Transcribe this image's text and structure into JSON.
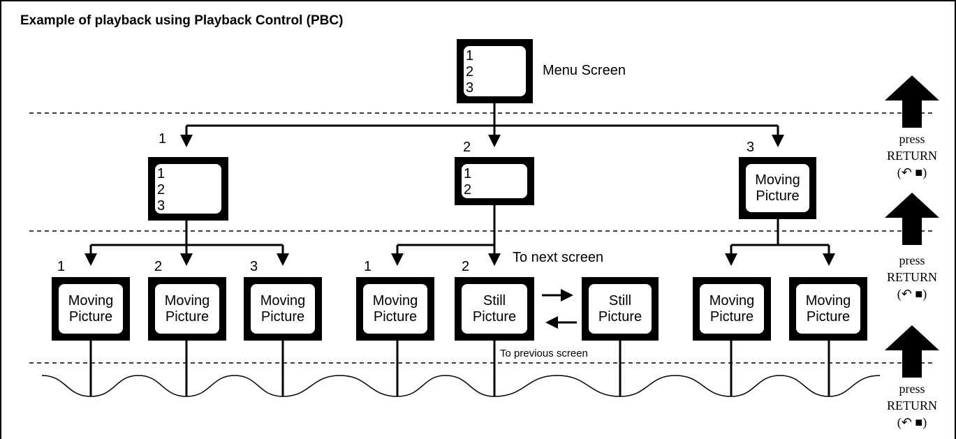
{
  "title": "Example of playback using Playback Control (PBC)",
  "menu_screen": {
    "items": [
      "1",
      "2",
      "3"
    ],
    "caption": "Menu Screen"
  },
  "level2": {
    "screen1": {
      "number": "1",
      "items": [
        "1",
        "2",
        "3"
      ]
    },
    "screen2": {
      "number": "2",
      "items": [
        "1",
        "2"
      ]
    },
    "screen3": {
      "number": "3",
      "lines": [
        "Moving",
        "Picture"
      ]
    }
  },
  "level3": {
    "numbers": [
      "1",
      "2",
      "3",
      "1",
      "2"
    ],
    "moving": [
      "Moving",
      "Picture"
    ],
    "still": [
      "Still",
      "Picture"
    ]
  },
  "to_next_label": "To next screen",
  "to_previous_label": "To previous  screen",
  "return_block": {
    "press": "press",
    "button": "RETURN",
    "symbol": "■"
  }
}
